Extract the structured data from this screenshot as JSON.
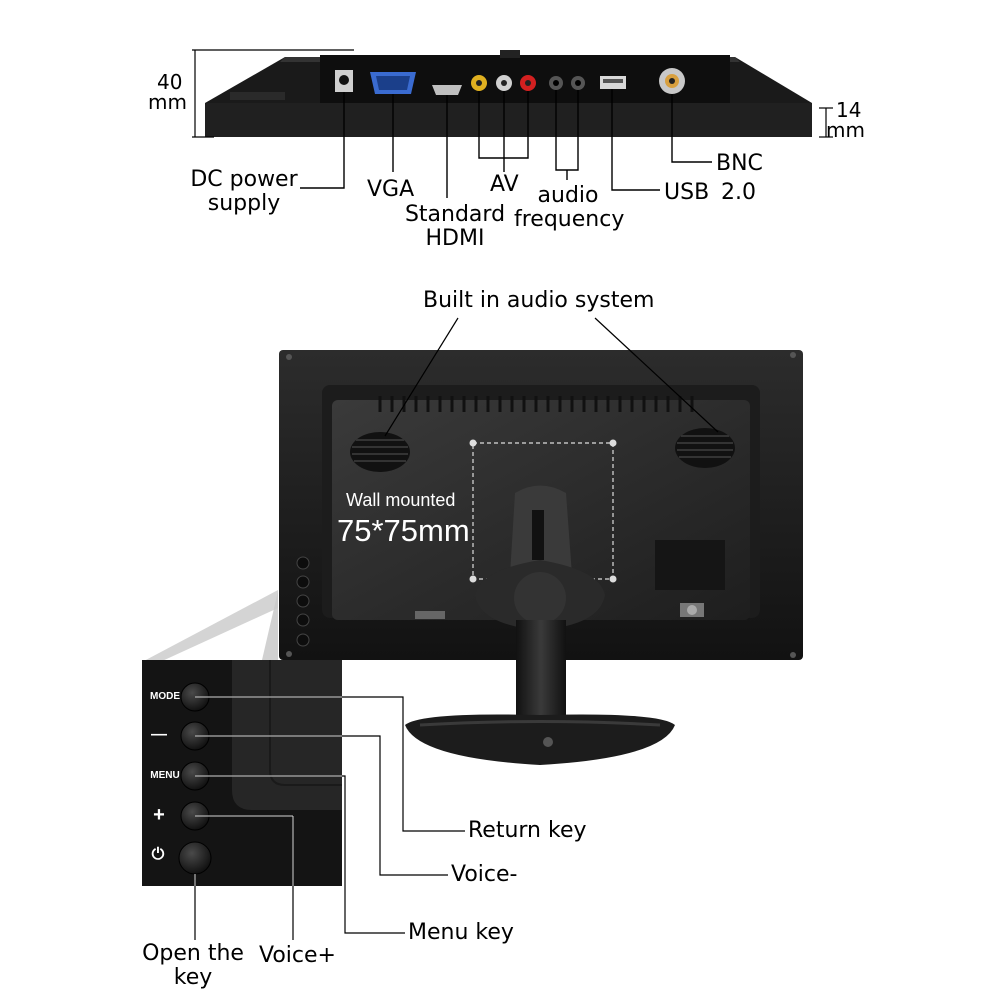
{
  "dimensions": {
    "height_value": "40",
    "height_unit": "mm",
    "depth_value": "14",
    "depth_unit": "mm"
  },
  "ports": {
    "dc_power_line1": "DC power",
    "dc_power_line2": "supply",
    "vga": "VGA",
    "hdmi_line1": "Standard",
    "hdmi_line2": "HDMI",
    "av": "AV",
    "audio_line1": "audio",
    "audio_line2": "frequency",
    "usb": "USB",
    "usb_version": "2.0",
    "bnc": "BNC"
  },
  "rear": {
    "audio_system": "Built in audio system",
    "wall_mount_line1": "Wall mounted",
    "wall_mount_line2": "75*75mm"
  },
  "buttons": {
    "mode_label": "MODE",
    "minus_label": "—",
    "menu_label": "MENU",
    "plus_label": "+",
    "power_label": "⏻"
  },
  "keys": {
    "return_key": "Return key",
    "voice_minus": "Voice-",
    "menu_key": "Menu key",
    "voice_plus": "Voice+",
    "open_key_line1": "Open the",
    "open_key_line2": "key"
  }
}
